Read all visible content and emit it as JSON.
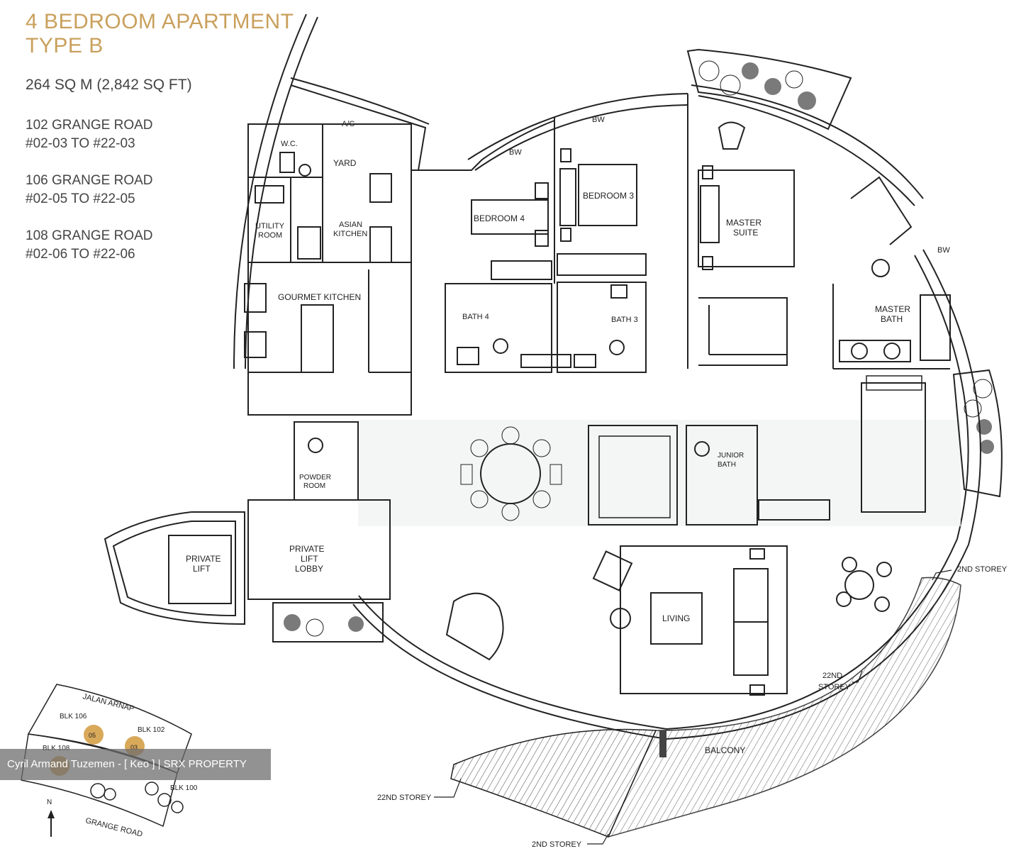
{
  "header": {
    "title_line1": "4 BEDROOM APARTMENT",
    "title_line2": "TYPE B",
    "area": "264 SQ M (2,842 SQ FT)",
    "addresses": [
      {
        "road": "102 GRANGE ROAD",
        "units": "#02-03 TO #22-03"
      },
      {
        "road": "106 GRANGE ROAD",
        "units": "#02-05 TO #22-05"
      },
      {
        "road": "108 GRANGE ROAD",
        "units": "#02-06 TO #22-06"
      }
    ]
  },
  "rooms": {
    "ac": "A/C",
    "wc": "W.C.",
    "yard": "YARD",
    "utility_room": [
      "UTILITY",
      "ROOM"
    ],
    "asian_kitchen": [
      "ASIAN",
      "KITCHEN"
    ],
    "gourmet_kitchen": "GOURMET KITCHEN",
    "bw1": "BW",
    "bw2": "BW",
    "bw3": "BW",
    "bedroom4": "BEDROOM 4",
    "bedroom3": "BEDROOM 3",
    "bath4": "BATH 4",
    "bath3": "BATH 3",
    "master_suite": [
      "MASTER",
      "SUITE"
    ],
    "master_bath": [
      "MASTER",
      "BATH"
    ],
    "powder_room": [
      "POWDER",
      "ROOM"
    ],
    "junior_bath": [
      "JUNIOR",
      "BATH"
    ],
    "private_lift": [
      "PRIVATE",
      "LIFT"
    ],
    "private_lift_lobby": [
      "PRIVATE",
      "LIFT",
      "LOBBY"
    ],
    "living": "LIVING",
    "balcony": "BALCONY"
  },
  "storey_labels": {
    "second_storey_right": "2ND STOREY",
    "twentysecond_storey_right": [
      "22ND",
      "STOREY"
    ],
    "twentysecond_storey_left": "22ND STOREY",
    "second_storey_bottom": "2ND STOREY"
  },
  "site_map": {
    "jalan_arnap": "JALAN ARNAP",
    "grange_road": "GRANGE ROAD",
    "blk106": "BLK 106",
    "blk102": "BLK 102",
    "blk108": "BLK 108",
    "blk100": "BLK 100",
    "unit05": "05",
    "unit03": "03",
    "north": "N",
    "highlight_color": "#d9a95a"
  },
  "watermark": "Cyril Armand Tuzemen - [ Keo ] | SRX PROPERTY",
  "colors": {
    "title": "#c9a05c",
    "line": "#222222"
  }
}
